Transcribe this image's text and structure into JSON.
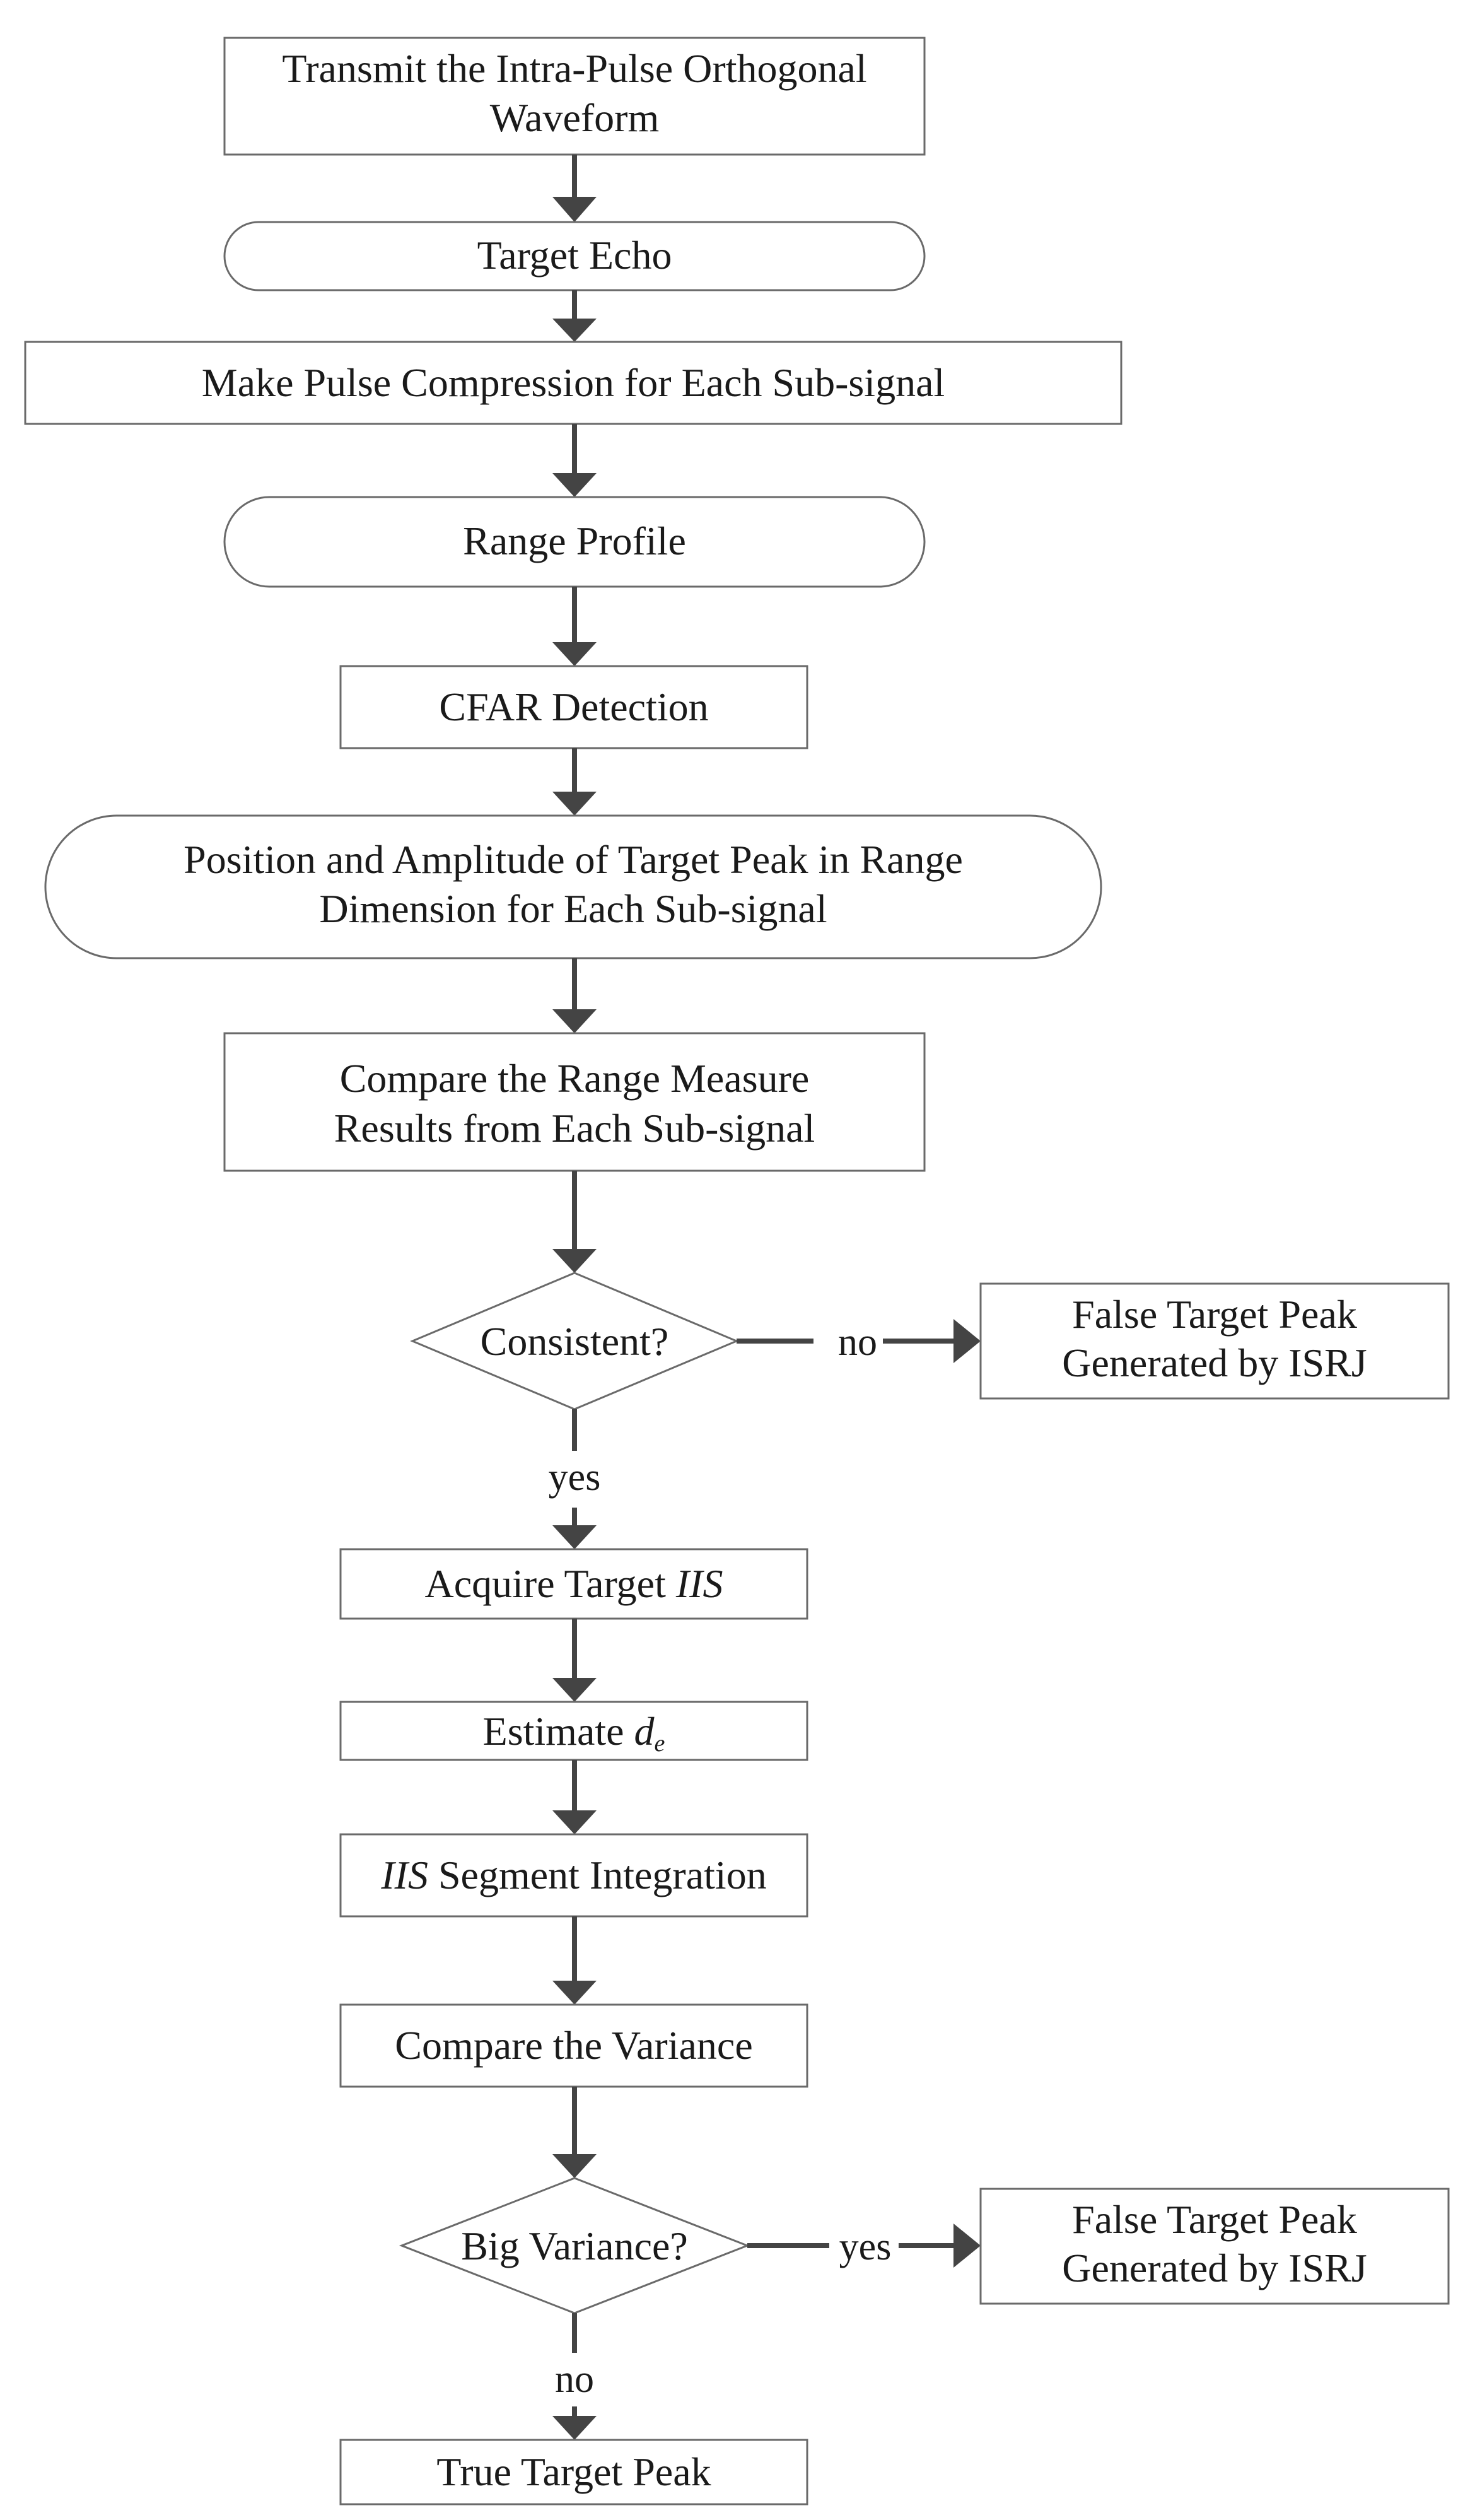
{
  "nodes": {
    "transmit": {
      "line1": "Transmit the Intra-Pulse Orthogonal",
      "line2": "Waveform"
    },
    "echo": {
      "label": "Target Echo"
    },
    "compress": {
      "label": "Make Pulse Compression for Each Sub-signal"
    },
    "range_profile": {
      "label": "Range Profile"
    },
    "cfar": {
      "label": "CFAR Detection"
    },
    "position": {
      "line1": "Position and Amplitude of Target Peak in Range",
      "line2": "Dimension for Each Sub-signal"
    },
    "compare_range": {
      "line1": "Compare the Range Measure",
      "line2": "Results from Each Sub-signal"
    },
    "consistent": {
      "label": "Consistent?"
    },
    "false1": {
      "line1": "False Target Peak",
      "line2": "Generated by ISRJ"
    },
    "acquire": {
      "prefix": "Acquire Target ",
      "italic": "IIS"
    },
    "estimate": {
      "prefix": "Estimate ",
      "var": "d",
      "sub": "e"
    },
    "integration": {
      "italic": "IIS",
      "suffix": " Segment Integration"
    },
    "compare_variance": {
      "label": "Compare the Variance"
    },
    "big_variance": {
      "label": "Big Variance?"
    },
    "false2": {
      "line1": "False Target Peak",
      "line2": "Generated by ISRJ"
    },
    "true_peak": {
      "label": "True Target Peak"
    }
  },
  "edge_labels": {
    "consistent_no": "no",
    "consistent_yes": "yes",
    "variance_yes": "yes",
    "variance_no": "no"
  }
}
